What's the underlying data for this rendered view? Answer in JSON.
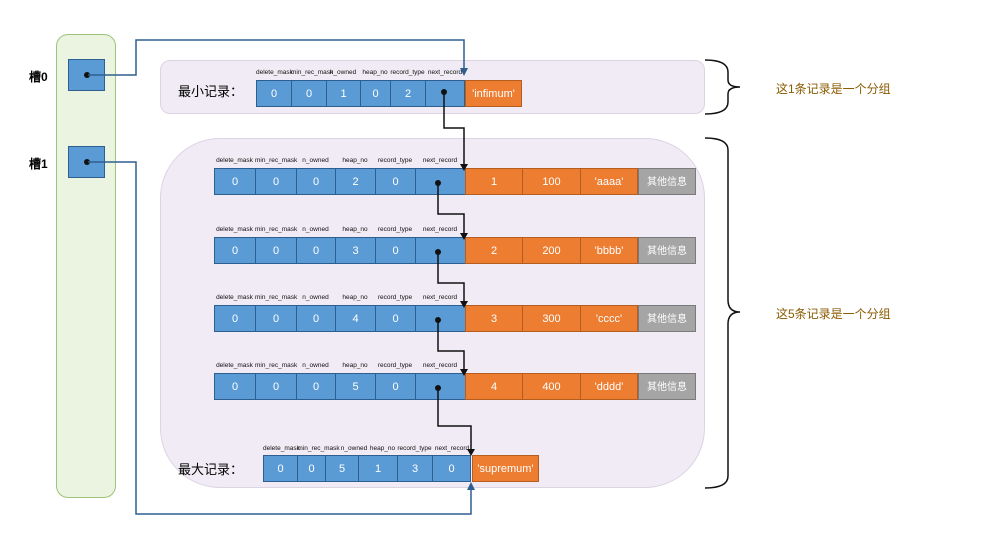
{
  "header_labels": [
    "delete_mask",
    "min_rec_mask",
    "n_owned",
    "heap_no",
    "record_type",
    "next_record"
  ],
  "slots": [
    {
      "label": "槽0"
    },
    {
      "label": "槽1"
    }
  ],
  "infimum": {
    "label": "最小记录：",
    "values": [
      "0",
      "0",
      "1",
      "0",
      "2",
      ""
    ],
    "content": "'infimum'"
  },
  "supremum": {
    "label": "最大记录：",
    "values": [
      "0",
      "0",
      "5",
      "1",
      "3",
      "0"
    ],
    "content": "'supremum'"
  },
  "records": [
    {
      "header": [
        "0",
        "0",
        "0",
        "2",
        "0",
        ""
      ],
      "data": [
        "1",
        "100",
        "'aaaa'"
      ],
      "other": "其他信息"
    },
    {
      "header": [
        "0",
        "0",
        "0",
        "3",
        "0",
        ""
      ],
      "data": [
        "2",
        "200",
        "'bbbb'"
      ],
      "other": "其他信息"
    },
    {
      "header": [
        "0",
        "0",
        "0",
        "4",
        "0",
        ""
      ],
      "data": [
        "3",
        "300",
        "'cccc'"
      ],
      "other": "其他信息"
    },
    {
      "header": [
        "0",
        "0",
        "0",
        "5",
        "0",
        ""
      ],
      "data": [
        "4",
        "400",
        "'dddd'"
      ],
      "other": "其他信息"
    }
  ],
  "annotations": {
    "group1": "这1条记录是一个分组",
    "group2": "这5条记录是一个分组"
  },
  "colors": {
    "header_cell": "#5b9bd5",
    "data_cell": "#ed7d31",
    "other_cell": "#a5a5a5",
    "slot_panel": "#ebf4e1",
    "group_panel": "#f0ebf4",
    "pointer_line": "#2e5f91"
  }
}
